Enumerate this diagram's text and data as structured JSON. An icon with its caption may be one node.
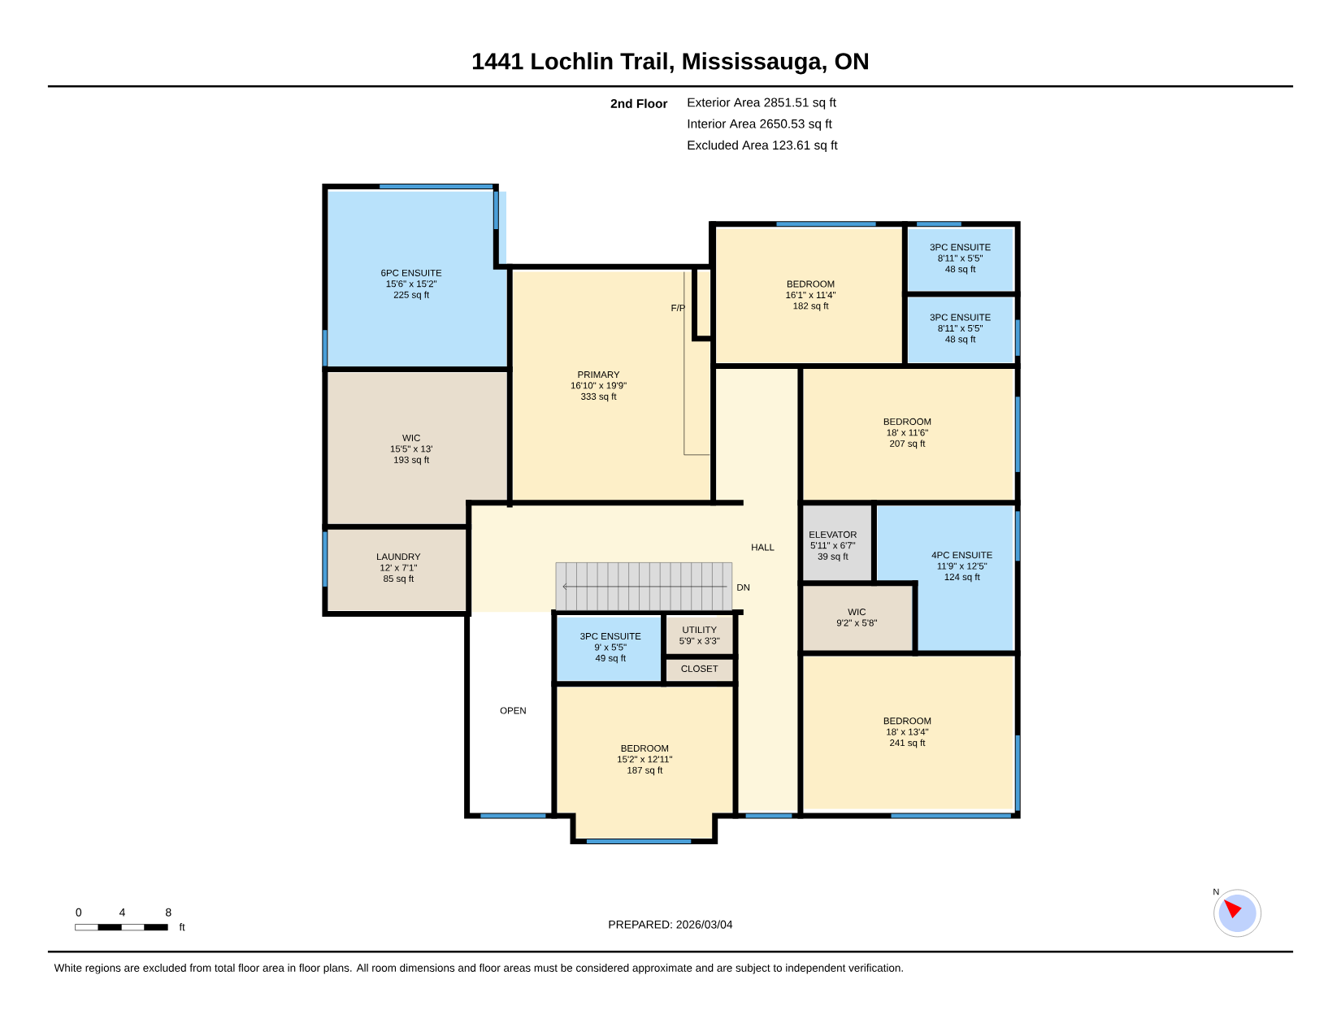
{
  "diagram": {
    "title": "1441 Lochlin Trail, Mississauga, ON",
    "caption": "White regions are excluded from total floor area in floor plans. All room dimensions and floor areas must be considered approximate and are subject to independent verification.",
    "nodes": [
      {
        "text": [
          "6PC ENSUITE",
          "15'6\" x 15'2\"",
          "225 sq ft"
        ]
      },
      {
        "text": [
          "WIC",
          "15'5\" x 13'",
          "193 sq ft"
        ]
      },
      {
        "text": [
          "LAUNDRY",
          "12' x 7'1\"",
          "85 sq ft"
        ]
      },
      {
        "text": [
          "PRIMARY",
          "16'10\" x 19'9\"",
          "333 sq ft"
        ]
      },
      {
        "text": [
          "BEDROOM",
          "16'1\" x 11'4\"",
          "182 sq ft"
        ]
      },
      {
        "text": [
          "3PC ENSUITE",
          "8'11\" x 5'5\"",
          "48 sq ft"
        ]
      },
      {
        "text": [
          "3PC ENSUITE",
          "8'11\" x 5'5\"",
          "48 sq ft"
        ]
      },
      {
        "text": [
          "HALL"
        ]
      },
      {
        "text": [
          "BEDROOM",
          "18' x 11'6\"",
          "207 sq ft"
        ]
      },
      {
        "text": [
          "ELEVATOR",
          "5'11\" x 6'7\"",
          "39 sq ft"
        ]
      },
      {
        "text": [
          "4PC ENSUITE",
          "11'9\" x 12'5\"",
          "124 sq ft"
        ]
      },
      {
        "text": [
          "WIC",
          "9'2\" x 5'8\""
        ]
      },
      {
        "text": [
          "BEDROOM",
          "18' x 13'4\"",
          "241 sq ft"
        ]
      },
      {
        "text": [
          "3PC ENSUITE",
          "9' x 5'5\"",
          "49 sq ft"
        ]
      },
      {
        "text": [
          "UTILITY",
          "5'9\" x 3'3\""
        ]
      },
      {
        "text": [
          "CLOSET"
        ]
      },
      {
        "text": [
          "BEDROOM",
          "15'2\" x 12'11\"",
          "187 sq ft"
        ]
      },
      {
        "text": [
          "OPEN"
        ]
      }
    ],
    "labels": [
      "2nd Floor",
      "Exterior Area 2851.51 sq ft",
      "Interior Area 2650.53 sq ft",
      "Excluded Area 123.61 sq ft",
      "F/P",
      "DN",
      "0",
      "4",
      "8",
      "ft",
      "N",
      "PREPARED: 2026/03/04"
    ]
  }
}
